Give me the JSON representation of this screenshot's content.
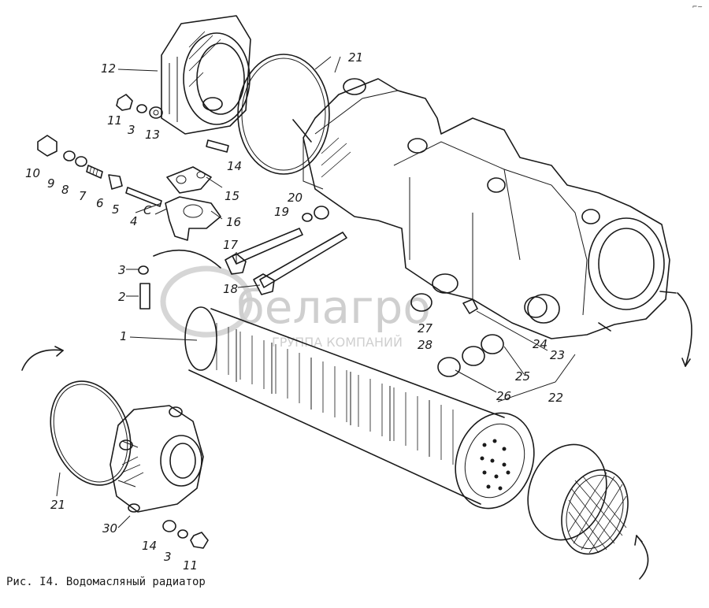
{
  "caption": "Рис. I4. Водомасляный радиатор",
  "watermark": {
    "brand": "белагро",
    "subtitle": "ГРУППА КОМПАНИЙ"
  },
  "corner_mark": "⌐~",
  "callouts": {
    "c1": "1",
    "c2": "2",
    "c3a": "3",
    "c3b": "3",
    "c3c": "3",
    "c4": "4",
    "c5": "5",
    "c6": "6",
    "c7": "7",
    "c8": "8",
    "c9": "9",
    "c10": "10",
    "c11a": "11",
    "c11b": "11",
    "c12": "12",
    "c13": "13",
    "c14a": "14",
    "c14b": "14",
    "c15": "15",
    "c16": "16",
    "c17": "17",
    "c18": "18",
    "c19": "19",
    "c20": "20",
    "c21a": "21",
    "c21b": "21",
    "c22": "22",
    "c23": "23",
    "c24": "24",
    "c25": "25",
    "c26": "26",
    "c27": "27",
    "c28": "28",
    "c30": "30",
    "cC": "C"
  }
}
